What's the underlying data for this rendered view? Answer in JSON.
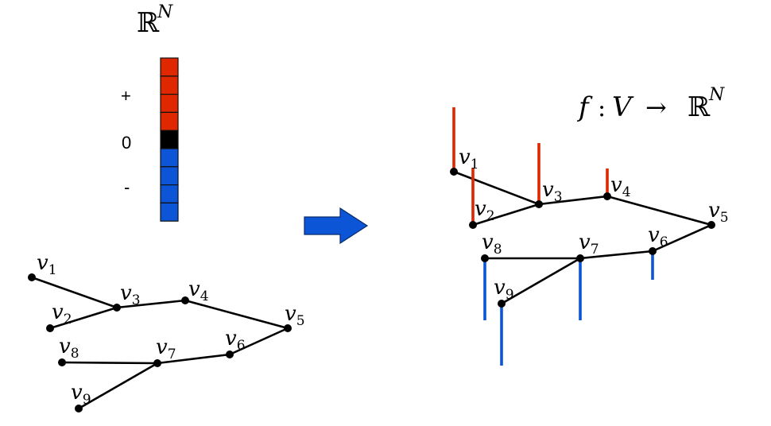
{
  "vector": {
    "label": "ℝ",
    "label_sup": "N",
    "sign_labels": {
      "plus": "+",
      "zero": "0",
      "minus": "-"
    },
    "cells": [
      "positive",
      "positive",
      "positive",
      "positive",
      "zero",
      "negative",
      "negative",
      "negative",
      "negative"
    ]
  },
  "colors": {
    "positive": "#e02800",
    "zero": "#000000",
    "negative": "#0b55d6",
    "arrow": "#0b55d6",
    "edge": "#000000"
  },
  "mapping": {
    "f": "f",
    "colon": ":",
    "V": "V",
    "arrow": "→",
    "R": "ℝ",
    "sup": "N"
  },
  "graph": {
    "vertices": [
      {
        "id": "v1",
        "name": "v",
        "sub": "1",
        "sign": "positive",
        "magnitude": 0.81
      },
      {
        "id": "v2",
        "name": "v",
        "sub": "2",
        "sign": "positive",
        "magnitude": 0.72
      },
      {
        "id": "v3",
        "name": "v",
        "sub": "3",
        "sign": "positive",
        "magnitude": 0.77
      },
      {
        "id": "v4",
        "name": "v",
        "sub": "4",
        "sign": "positive",
        "magnitude": 0.35
      },
      {
        "id": "v5",
        "name": "v",
        "sub": "5",
        "sign": "zero",
        "magnitude": 0
      },
      {
        "id": "v6",
        "name": "v",
        "sub": "6",
        "sign": "negative",
        "magnitude": 0.36
      },
      {
        "id": "v7",
        "name": "v",
        "sub": "7",
        "sign": "negative",
        "magnitude": 0.78
      },
      {
        "id": "v8",
        "name": "v",
        "sub": "8",
        "sign": "negative",
        "magnitude": 0.78
      },
      {
        "id": "v9",
        "name": "v",
        "sub": "9",
        "sign": "negative",
        "magnitude": 0.78
      }
    ],
    "edges": [
      [
        "v1",
        "v3"
      ],
      [
        "v2",
        "v3"
      ],
      [
        "v3",
        "v4"
      ],
      [
        "v4",
        "v5"
      ],
      [
        "v5",
        "v6"
      ],
      [
        "v6",
        "v7"
      ],
      [
        "v7",
        "v8"
      ],
      [
        "v7",
        "v9"
      ]
    ]
  }
}
